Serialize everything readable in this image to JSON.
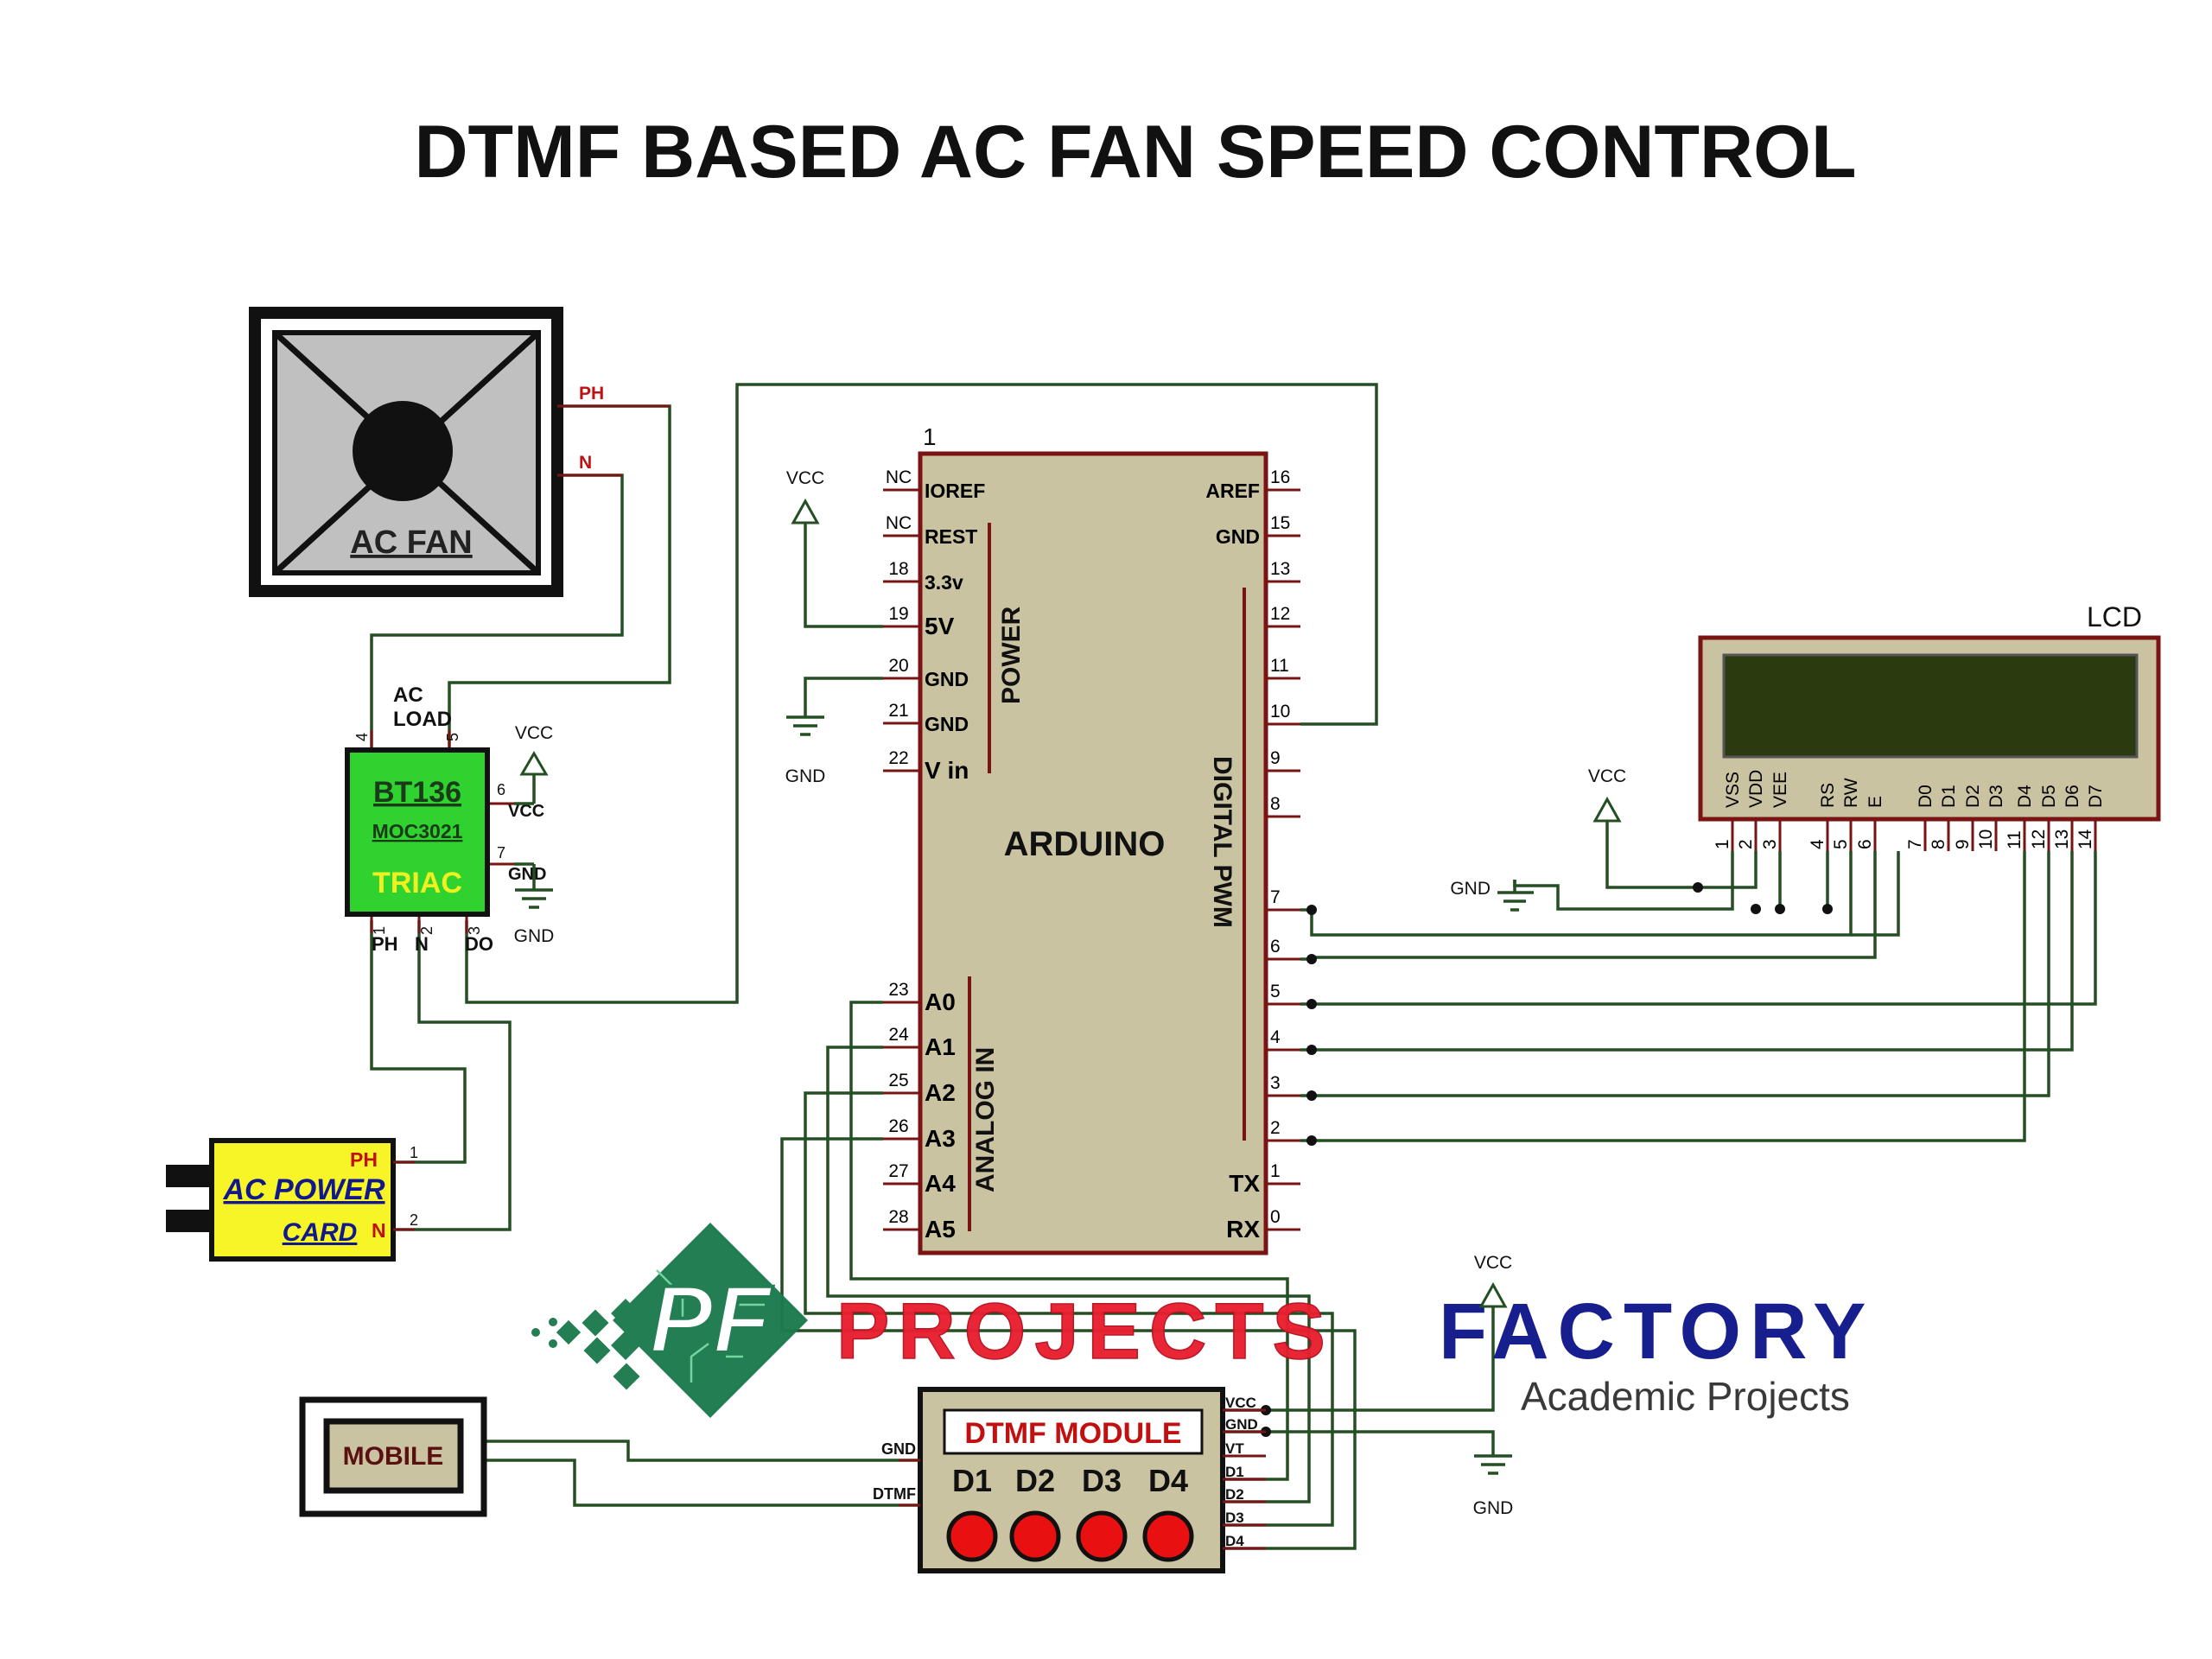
{
  "title": "DTMF BASED AC FAN SPEED CONTROL",
  "colors": {
    "wire": "#234f23",
    "pin": "#7a1313",
    "component_body": "#cac3a1",
    "component_border": "#7a1313",
    "triac_fill": "#2fd22f",
    "power_card_fill": "#f7f528",
    "lcd_screen": "#2c3a10",
    "led": "#e81010",
    "brand_red": "#e82030",
    "brand_blue": "#10188c",
    "brand_green": "#1d7a4e"
  },
  "fan": {
    "label": "AC FAN",
    "ph": "PH",
    "n": "N"
  },
  "triac": {
    "ac_load": [
      "AC",
      "LOAD"
    ],
    "part": "BT136",
    "opto": "MOC3021",
    "name": "TRIAC",
    "vcc": "VCC",
    "gnd": "GND",
    "ph": "PH",
    "n": "N",
    "do": "DO",
    "pins": [
      "4",
      "5",
      "6",
      "7",
      "1",
      "2",
      "3"
    ],
    "vcc_symbol": "VCC",
    "gnd_symbol": "GND"
  },
  "power_card": {
    "line1": "AC POWER",
    "line2": "CARD",
    "ph": "PH",
    "n": "N",
    "pin1": "1",
    "pin2": "2"
  },
  "arduino": {
    "ref": "1",
    "name": "ARDUINO",
    "power_label": "POWER",
    "analog_label": "ANALOG IN",
    "digital_label": "DIGITAL PWM",
    "left_pins": [
      {
        "num": "NC",
        "label": "IOREF"
      },
      {
        "num": "NC",
        "label": "REST"
      },
      {
        "num": "18",
        "label": "3.3v"
      },
      {
        "num": "19",
        "label": "5V"
      },
      {
        "num": "20",
        "label": "GND"
      },
      {
        "num": "21",
        "label": "GND"
      },
      {
        "num": "22",
        "label": "V in"
      },
      {
        "num": "23",
        "label": "A0"
      },
      {
        "num": "24",
        "label": "A1"
      },
      {
        "num": "25",
        "label": "A2"
      },
      {
        "num": "26",
        "label": "A3"
      },
      {
        "num": "27",
        "label": "A4"
      },
      {
        "num": "28",
        "label": "A5"
      }
    ],
    "right_pins": [
      {
        "num": "16",
        "label": "AREF"
      },
      {
        "num": "15",
        "label": "GND"
      },
      {
        "num": "13",
        "label": ""
      },
      {
        "num": "12",
        "label": ""
      },
      {
        "num": "11",
        "label": ""
      },
      {
        "num": "10",
        "label": ""
      },
      {
        "num": "9",
        "label": ""
      },
      {
        "num": "8",
        "label": ""
      },
      {
        "num": "7",
        "label": ""
      },
      {
        "num": "6",
        "label": ""
      },
      {
        "num": "5",
        "label": ""
      },
      {
        "num": "4",
        "label": ""
      },
      {
        "num": "3",
        "label": ""
      },
      {
        "num": "2",
        "label": ""
      },
      {
        "num": "1",
        "label": "TX"
      },
      {
        "num": "0",
        "label": "RX"
      }
    ],
    "vcc_symbol": "VCC",
    "gnd_symbol": "GND"
  },
  "lcd": {
    "title": "LCD",
    "pins": [
      {
        "name": "VSS",
        "num": "1"
      },
      {
        "name": "VDD",
        "num": "2"
      },
      {
        "name": "VEE",
        "num": "3"
      },
      {
        "name": "RS",
        "num": "4"
      },
      {
        "name": "RW",
        "num": "5"
      },
      {
        "name": "E",
        "num": "6"
      },
      {
        "name": "D0",
        "num": "7"
      },
      {
        "name": "D1",
        "num": "8"
      },
      {
        "name": "D2",
        "num": "9"
      },
      {
        "name": "D3",
        "num": "10"
      },
      {
        "name": "D4",
        "num": "11"
      },
      {
        "name": "D5",
        "num": "12"
      },
      {
        "name": "D6",
        "num": "13"
      },
      {
        "name": "D7",
        "num": "14"
      }
    ],
    "vcc_symbol": "VCC",
    "gnd_symbol": "GND"
  },
  "dtmf": {
    "title": "DTMF MODULE",
    "left_pins": [
      "GND",
      "DTMF"
    ],
    "right_pins": [
      "VCC",
      "GND",
      "VT",
      "D1",
      "D2",
      "D3",
      "D4"
    ],
    "leds": [
      "D1",
      "D2",
      "D3",
      "D4"
    ],
    "vcc_symbol": "VCC",
    "gnd_symbol": "GND"
  },
  "mobile": {
    "label": "MOBILE"
  },
  "watermark": {
    "logo_letters": "PF",
    "brand1": "PROJECTS",
    "brand2": "FACTORY",
    "tagline": "Academic Projects"
  }
}
